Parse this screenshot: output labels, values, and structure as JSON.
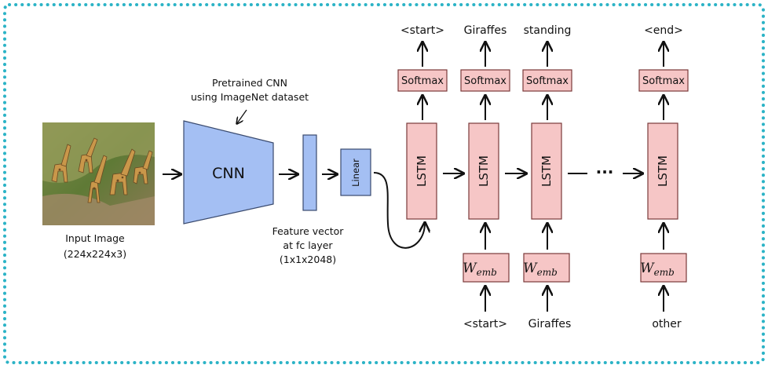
{
  "input_image": {
    "label_line1": "Input Image",
    "label_line2": "(224x224x3)"
  },
  "cnn": {
    "label": "CNN",
    "caption_line1": "Pretrained CNN",
    "caption_line2": "using ImageNet dataset"
  },
  "feature_vector": {
    "caption_line1": "Feature vector",
    "caption_line2": "at fc layer",
    "caption_line3": "(1x1x2048)"
  },
  "linear": {
    "label": "Linear"
  },
  "lstm": {
    "label": "LSTM"
  },
  "softmax": {
    "label": "Softmax"
  },
  "embedding": {
    "label_main": "W",
    "label_sub": "emb"
  },
  "ellipsis": "···",
  "outputs": [
    "<start>",
    "Giraffes",
    "standing",
    "<end>"
  ],
  "inputs": [
    "<start>",
    "Giraffes",
    "other"
  ],
  "colors": {
    "border_dots": "#2bb3c6",
    "cnn_fill": "#a4bff3",
    "cnn_stroke": "#3a4a6e",
    "lstm_fill": "#f6c6c6",
    "lstm_stroke": "#7a3a3a",
    "arrow": "#111111"
  }
}
